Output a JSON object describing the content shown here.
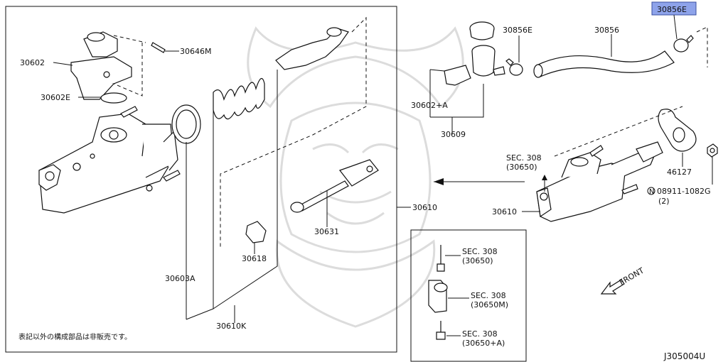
{
  "parts": {
    "p30602": "30602",
    "p30646M": "30646M",
    "p30602E": "30602E",
    "p30603A": "30603A",
    "p30618": "30618",
    "p30610K": "30610K",
    "p30631": "30631",
    "p30610_left": "30610",
    "p30856E_left": "30856E",
    "p30856": "30856",
    "p30856E_highlight": "30856E",
    "p30602A": "30602+A",
    "p30609": "30609",
    "sec_ref_title": "SEC. 308",
    "sec_ref_code": "(30650)",
    "p46127": "46127",
    "bolt_code": "08911-1082G",
    "bolt_marker": "N",
    "bolt_qty": "(2)",
    "p30610_right": "30610"
  },
  "inset": {
    "items": [
      {
        "title": "SEC. 308",
        "code": "(30650)"
      },
      {
        "title": "SEC. 308",
        "code": "(30650M)"
      },
      {
        "title": "SEC. 308",
        "code": "(30650+A)"
      }
    ]
  },
  "front_label": "FRONT",
  "footer_note": "表記以外の構成部品は非販売です。",
  "diagram_code": "J305004U",
  "colors": {
    "highlight_fill": "#8ea3ea",
    "highlight_stroke": "#3a4fa0",
    "line": "#111111",
    "watermark": "#dcdcdc"
  }
}
